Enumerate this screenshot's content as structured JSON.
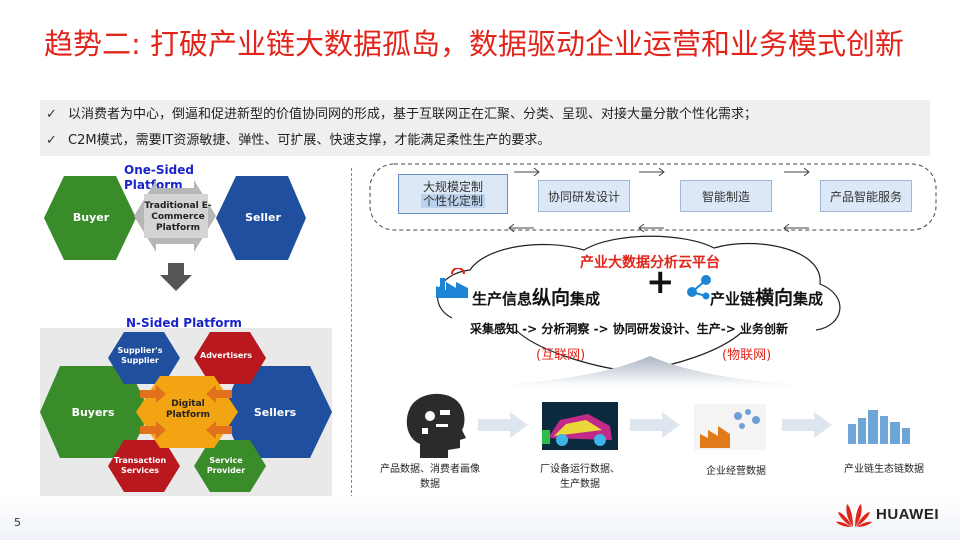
{
  "title": "趋势二: 打破产业链大数据孤岛，数据驱动企业运营和业务模式创新",
  "bullets": [
    {
      "check": "✓",
      "text": "以消费者为中心，倒逼和促进新型的价值协同网的形成，基于互联网正在汇聚、分类、呈现、对接大量分散个性化需求；"
    },
    {
      "check": "✓",
      "text": "C2M模式，需要IT资源敏捷、弹性、可扩展、快速支撑，才能满足柔性生产的要求。"
    }
  ],
  "one_sided": {
    "label": "One-Sided Platform",
    "buyer": "Buyer",
    "center": "Traditional E-Commerce Platform",
    "seller": "Seller"
  },
  "n_sided": {
    "label": "N-Sided Platform",
    "buyers": "Buyers",
    "sellers": "Sellers",
    "supplier": "Supplier's Supplier",
    "advertisers": "Advertisers",
    "transaction": "Transaction Services",
    "service": "Service Provider",
    "center": "Digital Platform"
  },
  "process": {
    "box1_line1": "大规模定制",
    "box1_line2": "个性化定制",
    "box2": "协同研发设计",
    "box3": "智能制造",
    "box4": "产品智能服务"
  },
  "platform": {
    "cloud_title": "产业大数据分析云平台",
    "left_pre": "生产信息",
    "left_big": "纵向",
    "left_post": "集成",
    "plus": "+",
    "right_pre": "产业链",
    "right_big": "横向",
    "right_post": "集成",
    "flow": "采集感知 -> 分析洞察 -> 协同研发设计、生产-> 业务创新",
    "internet": "(互联网)",
    "iot": "(物联网)"
  },
  "data_sources": [
    {
      "label": "产品数据、消费者画像数据"
    },
    {
      "label": "厂设备运行数据、生产数据"
    },
    {
      "label": "企业经营数据"
    },
    {
      "label": "产业链生态链数据"
    }
  ],
  "footer": {
    "page": "5",
    "brand": "HUAWEI"
  },
  "colors": {
    "title_red": "#e1251b",
    "hex_green": "#3a8c2a",
    "hex_blue": "#1f4f9e",
    "hex_red": "#b8181e",
    "hex_orange": "#f2a413"
  }
}
